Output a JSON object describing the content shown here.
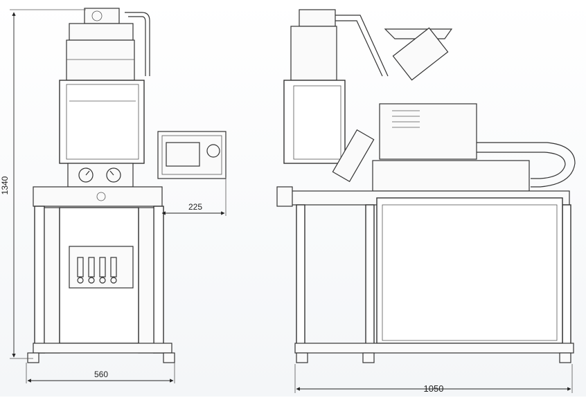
{
  "dimensions": {
    "total_height": "1340",
    "panel_offset": "225",
    "front_width": "560",
    "side_length": "1050"
  },
  "icons": [
    "pressure-gauge",
    "screen-display",
    "knob",
    "cable-chain"
  ]
}
